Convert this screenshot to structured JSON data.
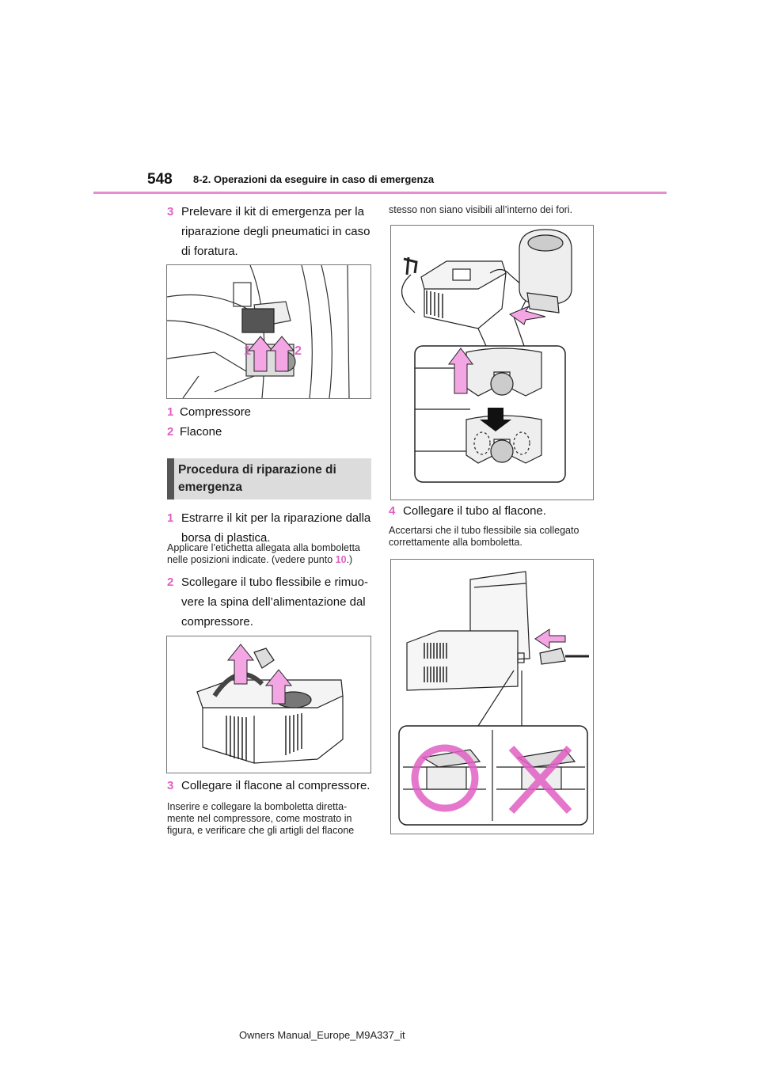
{
  "header": {
    "page_number": "548",
    "section_title": "8-2. Operazioni da eseguire in caso di emergenza"
  },
  "left_column": {
    "step3": {
      "number": "3",
      "lines": [
        "Prelevare il kit di emergenza per la",
        "riparazione degli pneumatici in caso",
        "di foratura."
      ]
    },
    "figure1_callouts": [
      "1",
      "2"
    ],
    "legend": [
      {
        "number": "1",
        "label": "Compressore"
      },
      {
        "number": "2",
        "label": "Flacone"
      }
    ],
    "heading": {
      "lines": [
        "Procedura di riparazione di",
        "emergenza"
      ]
    },
    "proc_step1": {
      "number": "1",
      "lines": [
        "Estrarre il kit per la riparazione dalla",
        "borsa di plastica."
      ],
      "note_lines": [
        "Applicare l’etichetta allegata alla bomboletta",
        "nelle posizioni indicate. (vedere punto "
      ],
      "note_ref": "10",
      "note_end": ".)"
    },
    "proc_step2": {
      "number": "2",
      "lines": [
        "Scollegare il tubo flessibile e rimuo-",
        "vere la spina dell’alimentazione dal",
        "compressore."
      ]
    },
    "proc_step3": {
      "number": "3",
      "lines": [
        "Collegare il flacone al compressore."
      ],
      "note_lines": [
        "Inserire e collegare la bomboletta diretta-",
        "mente nel compressore, come mostrato in",
        "figura, e verificare che gli artigli del flacone"
      ]
    }
  },
  "right_column": {
    "continued_note": "stesso non siano visibili all’interno dei fori.",
    "proc_step4": {
      "number": "4",
      "lines": [
        "Collegare il tubo al flacone."
      ],
      "note_lines": [
        "Accertarsi che il tubo flessibile sia collegato",
        "correttamente alla bomboletta."
      ]
    }
  },
  "footer": {
    "text": "Owners Manual_Europe_M9A337_it"
  },
  "colors": {
    "accent": "#e05fc4",
    "rule": "#e58fd2",
    "arrow_fill": "#f4a6e4",
    "heading_bg": "#dcdcdc",
    "heading_bar": "#555555"
  }
}
